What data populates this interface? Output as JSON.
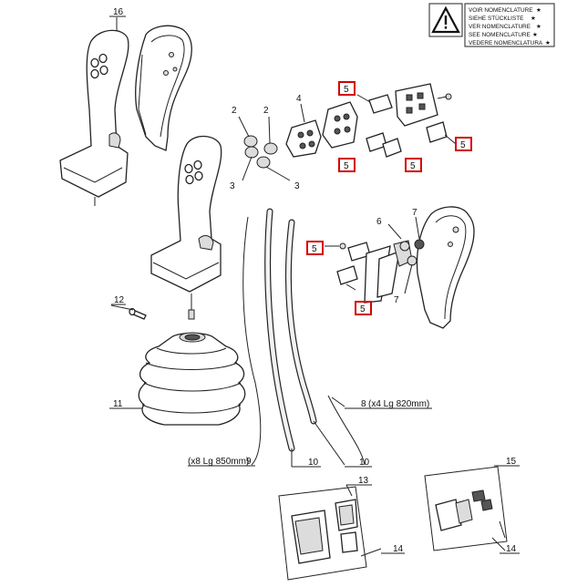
{
  "notice": {
    "icon": "warning-triangle-icon",
    "lines": [
      "VOIR NOMENCLATURE",
      "SIEHE STÜCKLISTE",
      "VER NOMENCLATURE",
      "SEE NOMENCLATURE",
      "VEDERE NOMENCLATURA"
    ],
    "star": "★"
  },
  "callouts": {
    "c16": "16",
    "c2a": "2",
    "c2b": "2",
    "c3a": "3",
    "c3b": "3",
    "c4": "4",
    "c5a": "5",
    "c5b": "5",
    "c5c": "5",
    "c5d": "5",
    "c5e": "5",
    "c5f": "5",
    "c6": "6",
    "c7a": "7",
    "c7b": "7",
    "c8": "8",
    "c9": "9",
    "c10a": "10",
    "c10b": "10",
    "c11": "11",
    "c12": "12",
    "c13": "13",
    "c14a": "14",
    "c14b": "14",
    "c15": "15"
  },
  "notes": {
    "cable8": "(x4 Lg 820mm)",
    "cable9": "(x8 Lg 850mm)"
  },
  "highlight_color": "#d40000"
}
